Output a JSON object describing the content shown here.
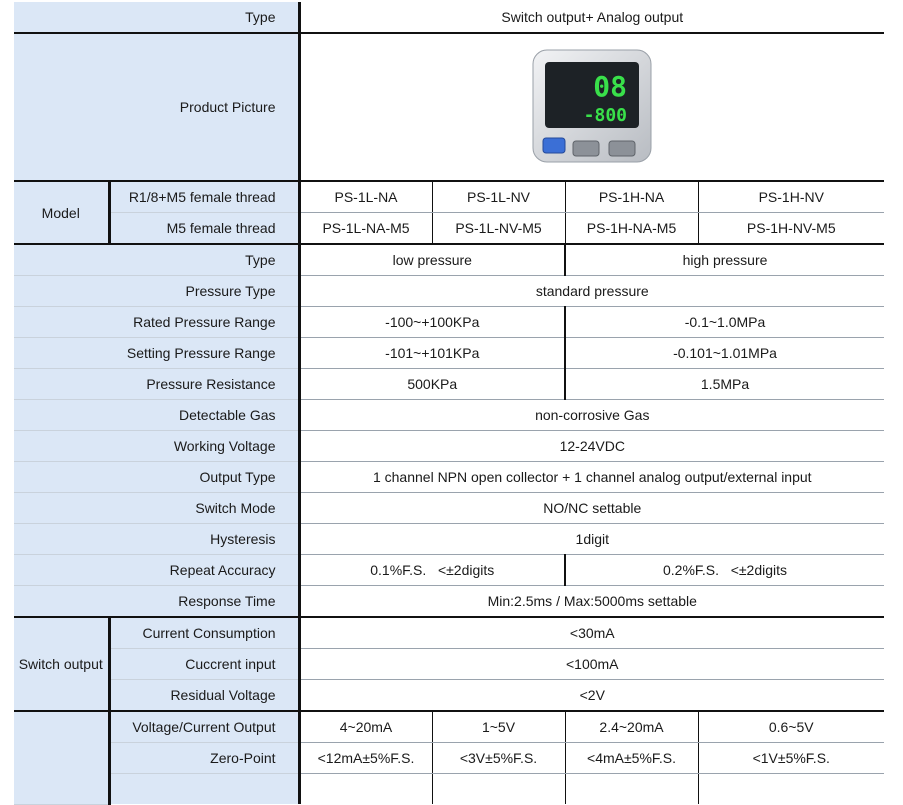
{
  "rows": {
    "type_header": {
      "label": "Type",
      "value": "Switch output+ Analog output"
    },
    "product_picture": {
      "label": "Product Picture",
      "display_main": "08",
      "display_sub": "-800"
    },
    "model": {
      "group_label": "Model",
      "r18": {
        "label": "R1/8+M5 female thread",
        "values": [
          "PS-1L-NA",
          "PS-1L-NV",
          "PS-1H-NA",
          "PS-1H-NV"
        ]
      },
      "m5": {
        "label": "M5 female thread",
        "values": [
          "PS-1L-NA-M5",
          "PS-1L-NV-M5",
          "PS-1H-NA-M5",
          "PS-1H-NV-M5"
        ]
      }
    },
    "type": {
      "label": "Type",
      "low": "low pressure",
      "high": "high pressure"
    },
    "pressure_type": {
      "label": "Pressure Type",
      "value": "standard pressure"
    },
    "rated_range": {
      "label": "Rated Pressure Range",
      "low": "-100~+100KPa",
      "high": "-0.1~1.0MPa"
    },
    "setting_range": {
      "label": "Setting Pressure Range",
      "low": "-101~+101KPa",
      "high": "-0.101~1.01MPa"
    },
    "pressure_resistance": {
      "label": "Pressure Resistance",
      "low": "500KPa",
      "high": "1.5MPa"
    },
    "detectable_gas": {
      "label": "Detectable Gas",
      "value": "non-corrosive Gas"
    },
    "working_voltage": {
      "label": "Working Voltage",
      "value": "12-24VDC"
    },
    "output_type": {
      "label": "Output Type",
      "value": "1 channel NPN open collector + 1 channel analog output/external input"
    },
    "switch_mode": {
      "label": "Switch Mode",
      "value": "NO/NC settable"
    },
    "hysteresis": {
      "label": "Hysteresis",
      "value": "1digit"
    },
    "repeat_accuracy": {
      "label": "Repeat Accuracy",
      "low": "0.1%F.S.   <±2digits",
      "high": "0.2%F.S.   <±2digits"
    },
    "response_time": {
      "label": "Response Time",
      "value": "Min:2.5ms / Max:5000ms  settable"
    },
    "switch_output": {
      "group_label": "Switch output",
      "current_consumption": {
        "label": "Current Consumption",
        "value": "<30mA"
      },
      "current_input": {
        "label": "Cuccrent input",
        "value": "<100mA"
      },
      "residual_voltage": {
        "label": "Residual Voltage",
        "value": "<2V"
      }
    },
    "analog": {
      "vc_output": {
        "label": "Voltage/Current Output",
        "values": [
          "4~20mA",
          "1~5V",
          "2.4~20mA",
          "0.6~5V"
        ]
      },
      "zero_point": {
        "label": "Zero-Point",
        "values": [
          "<12mA±5%F.S.",
          "<3V±5%F.S.",
          "<4mA±5%F.S.",
          "<1V±5%F.S."
        ]
      }
    }
  },
  "colors": {
    "header_bg": "#dbe7f6",
    "display_green": "#39e04a",
    "button_blue": "#3b6fd6"
  }
}
